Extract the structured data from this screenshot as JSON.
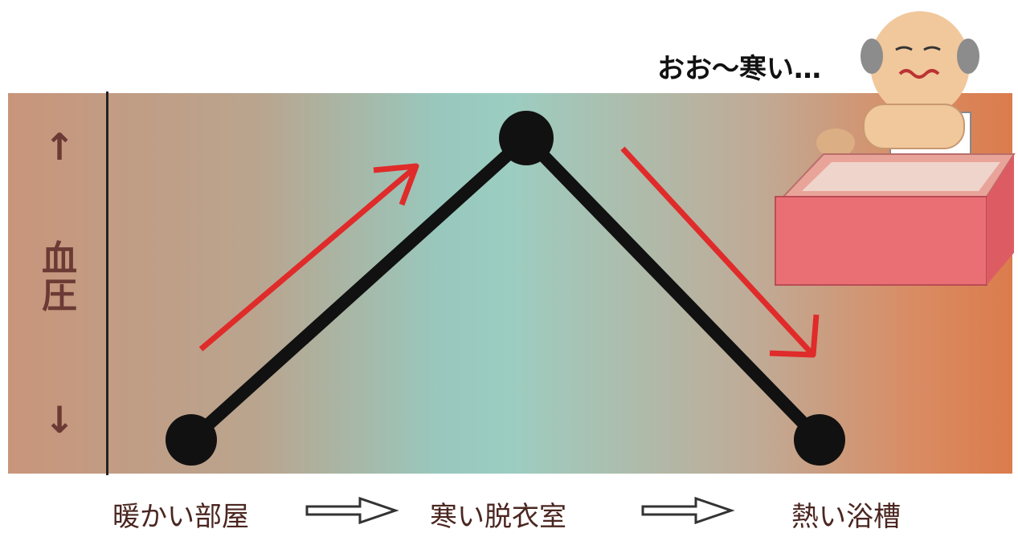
{
  "axis": {
    "label": "血\n圧",
    "up_arrow": "↑",
    "down_arrow": "↓"
  },
  "speech_bubble": "おお～寒い…",
  "stages": [
    {
      "label": "暖かい部屋"
    },
    {
      "label": "寒い脱衣室"
    },
    {
      "label": "熱い浴槽"
    }
  ],
  "blood_pressure_levels": [
    "low",
    "high",
    "low"
  ],
  "colors": {
    "line": "#111111",
    "arrow_red": "#e02b2b",
    "axis_text": "#6b3a35"
  }
}
